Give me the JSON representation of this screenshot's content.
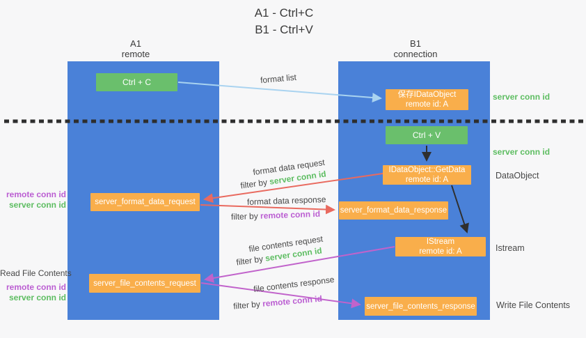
{
  "title": {
    "line1": "A1 - Ctrl+C",
    "line2": "B1 - Ctrl+V"
  },
  "lanes": {
    "left": {
      "name": "A1",
      "subtitle": "remote"
    },
    "right": {
      "name": "B1",
      "subtitle": "connection"
    }
  },
  "nodes": {
    "ctrl_c": {
      "label": "Ctrl + C"
    },
    "ctrl_v": {
      "label": "Ctrl + V"
    },
    "save_dataobject": {
      "line1": "保存IDataObject",
      "line2": "remote id: A"
    },
    "getdata": {
      "line1": "IDataObject::GetData",
      "line2": "remote id: A"
    },
    "istream": {
      "line1": "IStream",
      "line2": "remote id: A"
    },
    "format_request": {
      "label": "server_format_data_request"
    },
    "format_response": {
      "label": "server_format_data_response"
    },
    "file_request": {
      "label": "server_file_contents_request"
    },
    "file_response": {
      "label": "server_file_contents_response"
    }
  },
  "flow_labels": {
    "format_list": "format list",
    "format_data_request": "format data request",
    "format_data_response": "format data response",
    "file_contents_request": "file contents request",
    "file_contents_response": "file contents response",
    "filter_by": "filter by",
    "server_conn_id": "server conn id",
    "remote_conn_id": "remote conn id"
  },
  "side_labels": {
    "left": {
      "remote_conn_id_1": "remote conn id",
      "server_conn_id_1": "server conn id",
      "read_file_contents": "Read File Contents",
      "remote_conn_id_2": "remote conn id",
      "server_conn_id_2": "server conn id"
    },
    "right": {
      "server_conn_id_1": "server conn id",
      "server_conn_id_2": "server conn id",
      "dataobject": "DataObject",
      "istream": "Istream",
      "write_file_contents": "Write File Contents"
    }
  },
  "colors": {
    "lane_blue": "#4a81d8",
    "box_green": "#6abf6c",
    "box_orange": "#f9ae4b",
    "arrow_lightblue": "#a9d3f0",
    "arrow_red": "#e96a5f",
    "arrow_magenta": "#c163cb",
    "arrow_black": "#2f2f2f",
    "divider_black": "#2e2e2e",
    "text_green": "#5dbd61",
    "text_purple": "#bb5ed2"
  }
}
